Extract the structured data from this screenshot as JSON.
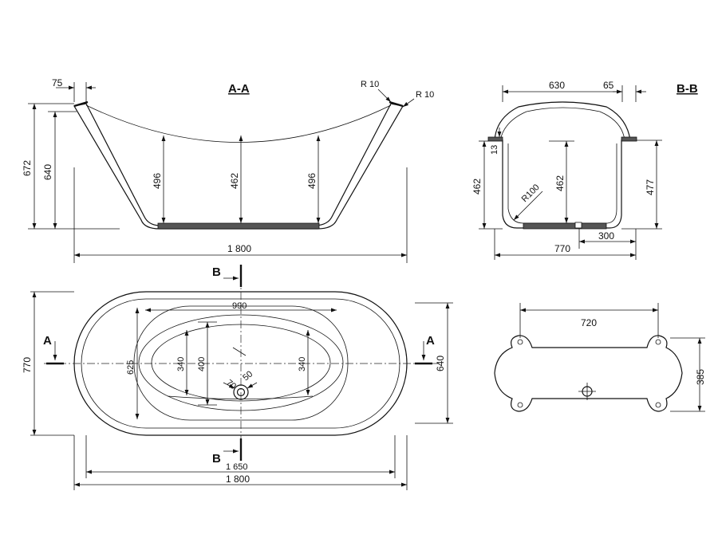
{
  "sections": {
    "aa_title": "A-A",
    "bb_title": "B-B",
    "section_a_label": "A",
    "section_b_label": "B"
  },
  "section_aa": {
    "rim_width": "75",
    "radius_outer": "R 10",
    "radius_inner": "R 10",
    "height_total": "672",
    "height_rim": "640",
    "depth_left": "496",
    "depth_center": "462",
    "depth_right": "496",
    "length": "1 800"
  },
  "section_bb": {
    "top_width": "630",
    "rim_offset": "65",
    "rim_thickness": "13",
    "inner_depth_left": "462",
    "inner_depth_center": "462",
    "bottom_radius": "R100",
    "height_right": "477",
    "drain_offset": "300",
    "width": "770"
  },
  "plan_view": {
    "overall_width": "770",
    "inner_length": "990",
    "outer_inner_width": "625",
    "basin_width_left": "340",
    "basin_width_center": "400",
    "basin_width_right": "340",
    "drain_dim_a": "70",
    "drain_dim_b": "50",
    "width_right": "640",
    "length_inner": "1 650",
    "length_total": "1 800"
  },
  "base_view": {
    "length": "720",
    "width": "385"
  }
}
